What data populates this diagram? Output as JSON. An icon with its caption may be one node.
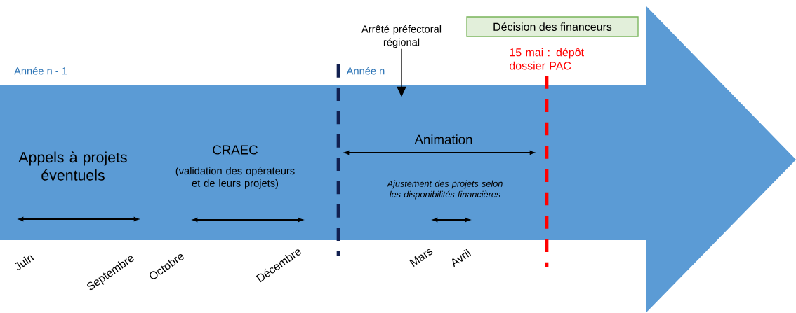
{
  "diagram": {
    "nodes": [
      {
        "text": [
          "Décision des financeurs"
        ]
      },
      {
        "text": [
          "Arrêté préfectoral régional"
        ]
      },
      {
        "text": [],
        "shape": "arrow"
      }
    ],
    "edges": [
      {
        "from": 1,
        "to": 2,
        "arrow": "to"
      }
    ],
    "labels": [
      "Année n - 1",
      "Année n",
      "15 mai : dépôt dossier PAC",
      "Appels à projets éventuels",
      "CRAEC",
      "(validation des opérateurs et de leurs projets)",
      "Animation",
      "Ajustement des projets selon les disponibilités financières",
      "Juin",
      "Septembre",
      "Octobre",
      "Décembre",
      "Mars",
      "Avril"
    ]
  }
}
